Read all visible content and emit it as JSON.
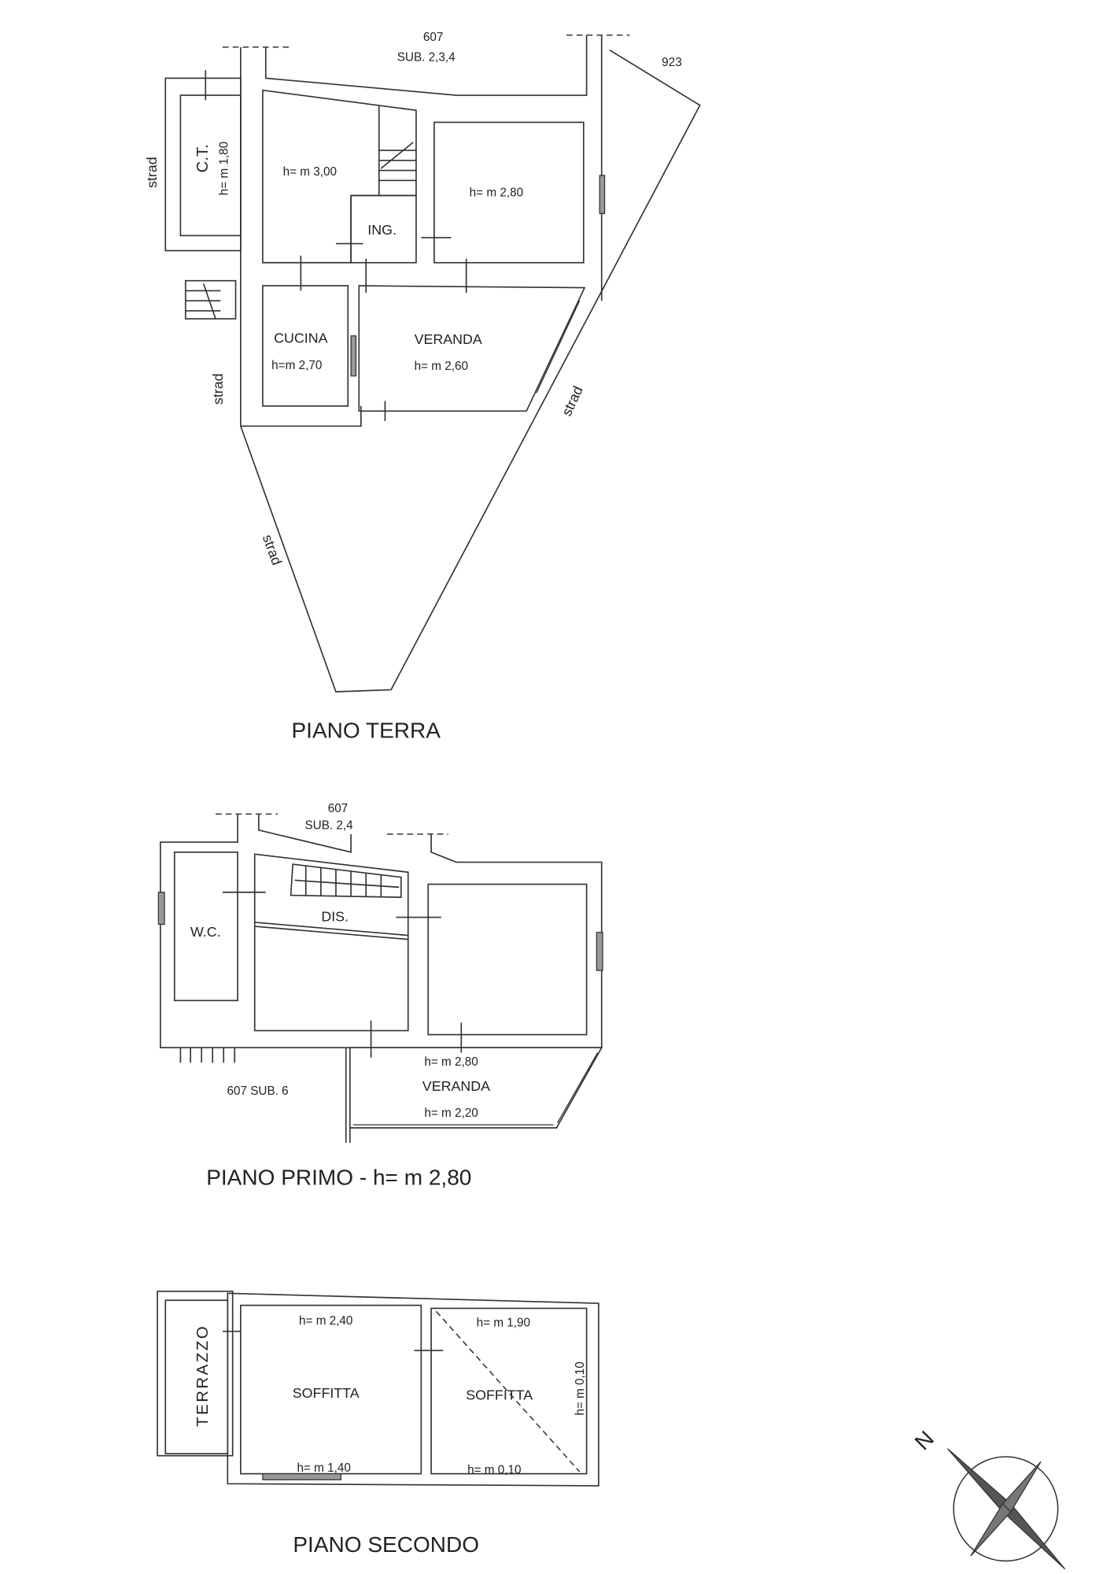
{
  "piano_terra": {
    "title": "PIANO TERRA",
    "parcel": "607",
    "sub": "SUB. 2,3,4",
    "neighbor": "923",
    "street_labels": [
      "strad",
      "strad",
      "strad",
      "strad"
    ],
    "rooms": {
      "ct_label": "C.T.",
      "ct_height": "h= m 1,80",
      "room1_height": "h= m 3,00",
      "ingresso": "ING.",
      "room2_height": "h= m 2,80",
      "cucina": "CUCINA",
      "cucina_height": "h=m 2,70",
      "veranda": "VERANDA",
      "veranda_height": "h= m 2,60"
    }
  },
  "piano_primo": {
    "title": "PIANO PRIMO - h= m 2,80",
    "parcel": "607",
    "sub": "SUB. 2,4",
    "neighbor": "607 SUB. 6",
    "rooms": {
      "wc": "W.C.",
      "dis": "DIS.",
      "veranda": "VERANDA",
      "veranda_height_top": "h= m 2,80",
      "veranda_height_bottom": "h= m 2,20"
    }
  },
  "piano_secondo": {
    "title": "PIANO SECONDO",
    "rooms": {
      "terrazzo": "TERRAZZO",
      "soffitta1": "SOFFITTA",
      "soffitta1_h_top": "h= m 2,40",
      "soffitta1_h_bottom": "h= m 1,40",
      "soffitta2": "SOFFITTA",
      "soffitta2_h_top": "h= m 1,90",
      "soffitta2_h_bottom": "h= m 0,10",
      "soffitta2_h_side": "h= m 0,10"
    }
  },
  "compass": {
    "north_label": "N"
  }
}
